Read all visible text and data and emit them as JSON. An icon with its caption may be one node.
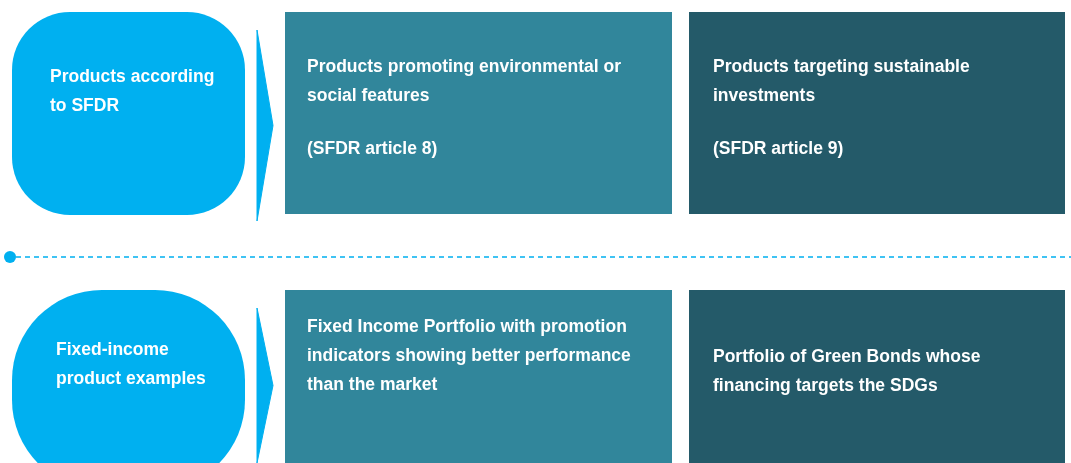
{
  "diagram": {
    "nodes": [
      {
        "text": [
          "Products according to SFDR"
        ]
      },
      {
        "text": [
          "Products promoting environmental or social features",
          "(SFDR article 8)"
        ]
      },
      {
        "text": [
          "Products targeting sustainable investments",
          "(SFDR article 9)"
        ]
      },
      {
        "text": [
          "Fixed-income product examples"
        ]
      },
      {
        "text": [
          "Fixed Income Portfolio with promotion indicators showing better performance than the market"
        ]
      },
      {
        "text": [
          "Portfolio of Green Bonds whose financing targets the SDGs"
        ]
      }
    ],
    "edges": [
      {
        "from": 0,
        "to": 1,
        "arrow": "to"
      },
      {
        "from": 3,
        "to": 4,
        "arrow": "to"
      }
    ]
  }
}
